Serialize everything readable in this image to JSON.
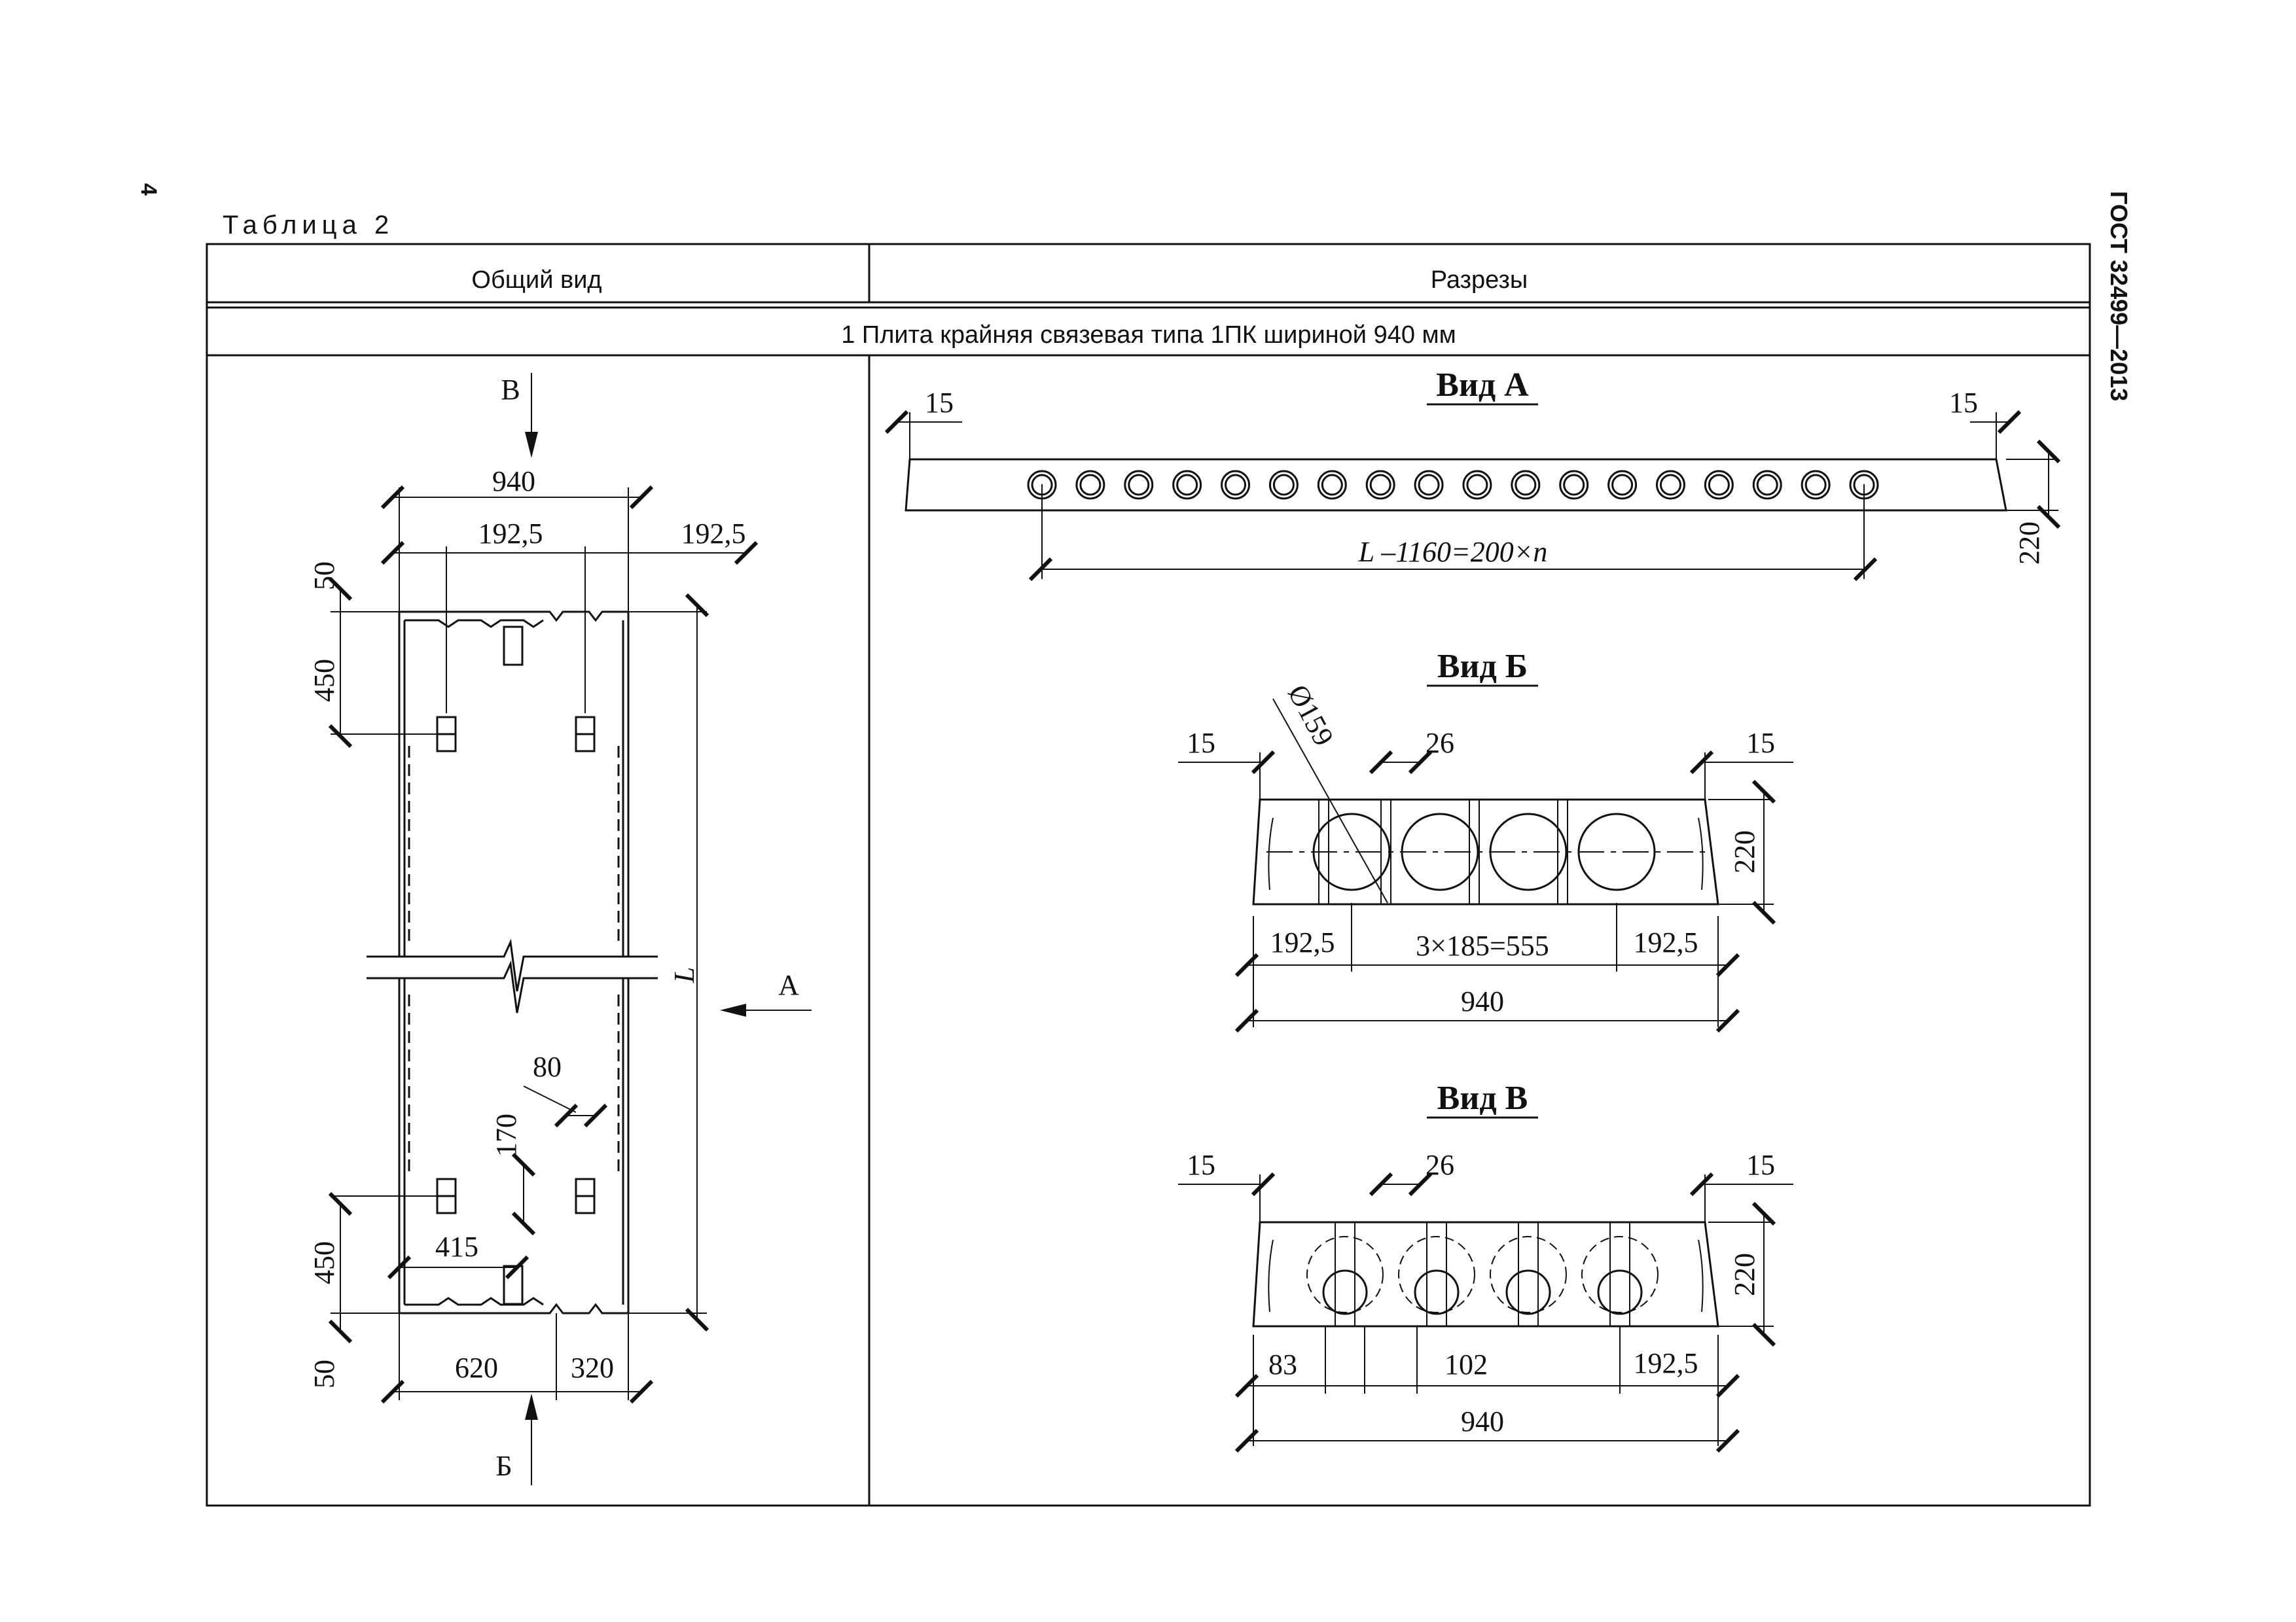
{
  "page_number": "4",
  "doc_code": "ГОСТ 32499—2013",
  "table_label": "Таблица 2",
  "headers": {
    "general": "Общий вид",
    "sections": "Разрезы"
  },
  "row_title": "1 Плита крайняя связевая типа 1ПК шириной 940 мм",
  "views": {
    "a": "Вид А",
    "b": "Вид Б",
    "v": "Вид В"
  },
  "markers": {
    "b": "Б",
    "v": "В",
    "a": "А",
    "l": "L"
  },
  "general": {
    "d940": "940",
    "d192_left": "192,5",
    "d192_right": "192,5",
    "d50_top": "50",
    "d450_top": "450",
    "d450_bottom": "450",
    "d50_bottom": "50",
    "d80": "80",
    "d170": "170",
    "d415": "415",
    "d620": "620",
    "d320": "320"
  },
  "view_a": {
    "d15_left": "15",
    "d15_right": "15",
    "d220": "220",
    "formula": "L –1160=200×n"
  },
  "view_b": {
    "dia": "Ø159",
    "d15_left": "15",
    "d26": "26",
    "d15_right": "15",
    "d220": "220",
    "d192_left": "192,5",
    "d555": "3×185=555",
    "d192_right": "192,5",
    "d940": "940"
  },
  "view_v": {
    "d15_left": "15",
    "d26": "26",
    "d15_right": "15",
    "d220": "220",
    "d83": "83",
    "d102": "102",
    "d192": "192,5",
    "d940": "940"
  }
}
